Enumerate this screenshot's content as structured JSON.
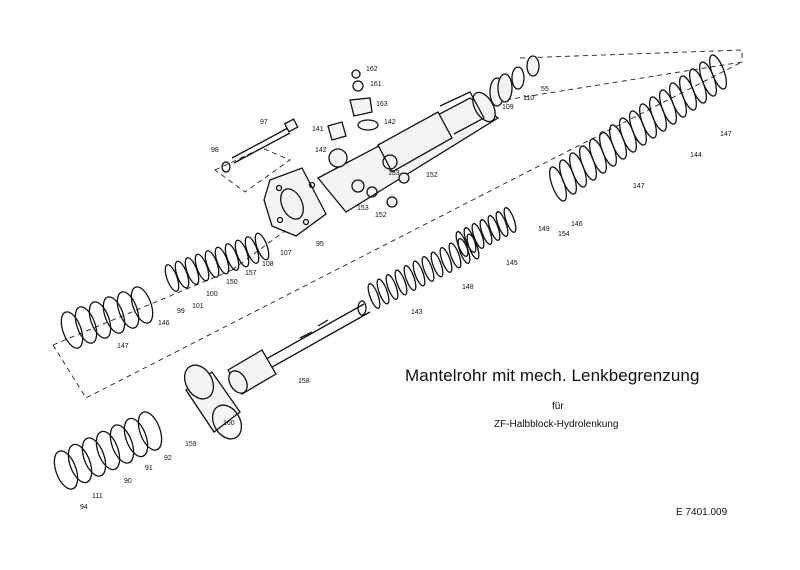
{
  "title": "Mantelrohr mit mech. Lenkbegrenzung",
  "fuer": "für",
  "subtitle": "ZF-Halbblock-Hydrolenkung",
  "doc_number": "E 7401.009",
  "labels": [
    "162",
    "161",
    "163",
    "142",
    "141",
    "142",
    "97",
    "98",
    "153",
    "152",
    "153",
    "152",
    "95",
    "107",
    "108",
    "157",
    "150",
    "100",
    "101",
    "99",
    "146",
    "147",
    "109",
    "110",
    "55",
    "147",
    "144",
    "147",
    "146",
    "154",
    "149",
    "145",
    "148",
    "143",
    "158",
    "160",
    "159",
    "92",
    "91",
    "90",
    "111",
    "94"
  ]
}
